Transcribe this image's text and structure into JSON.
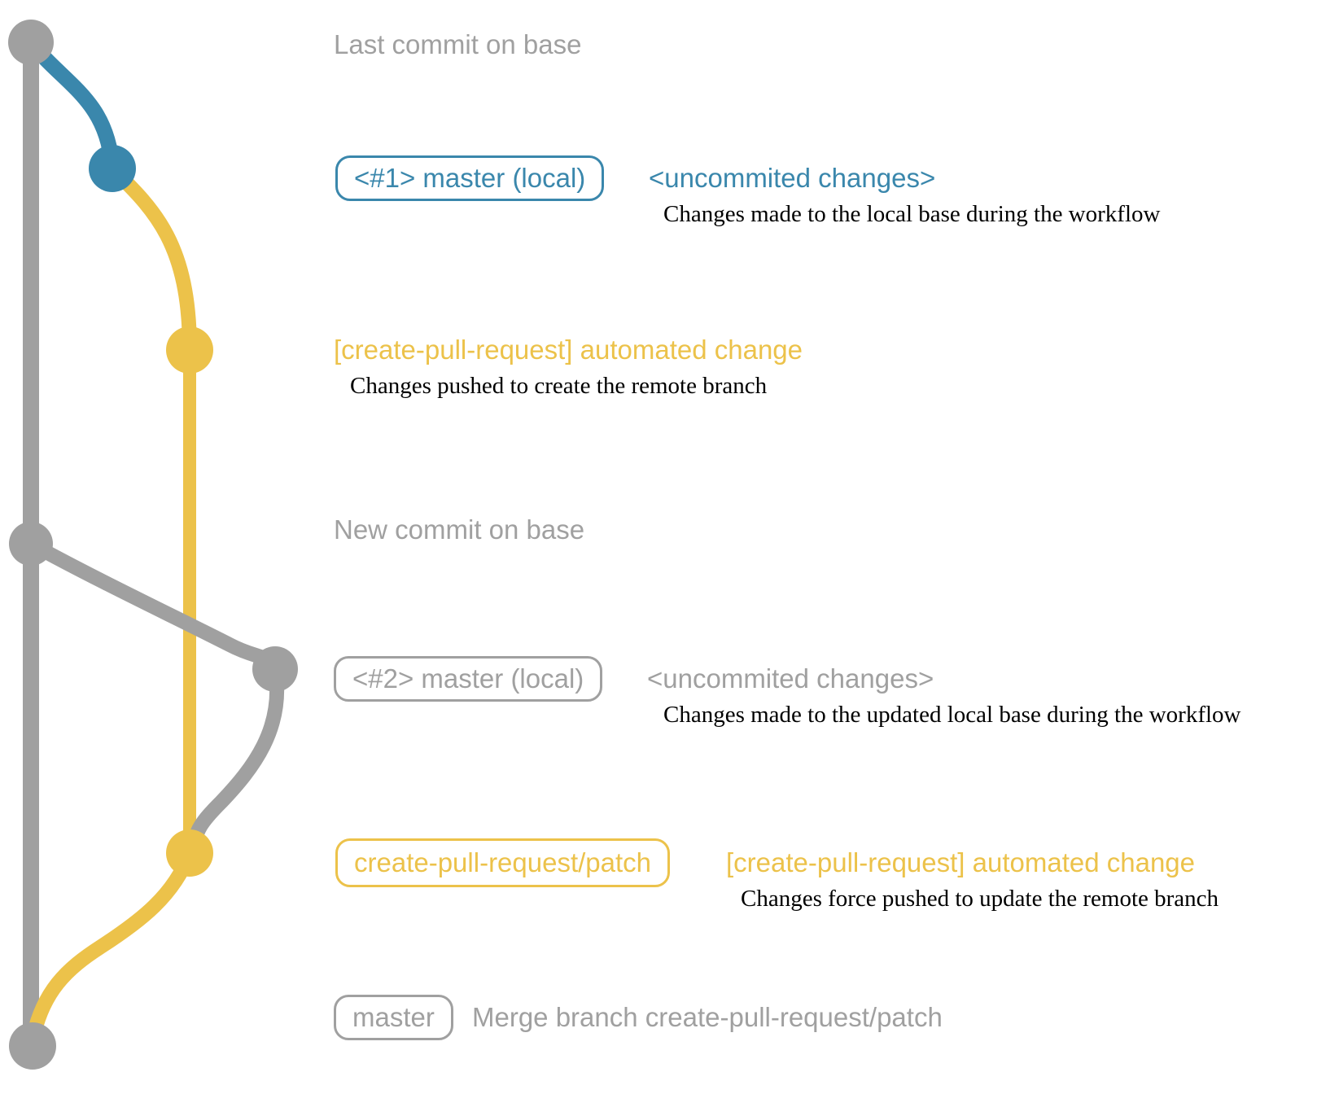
{
  "colors": {
    "background": "#ffffff",
    "gray": "#a0a0a0",
    "blue": "#3a87ac",
    "yellow": "#ecc24a",
    "description_text": "#000000"
  },
  "rows": [
    {
      "node_color": "gray",
      "note": "Last commit on base"
    },
    {
      "node_color": "blue",
      "tag": "<#1> master (local)",
      "message": "<uncommited changes>",
      "description": "Changes made to the local base during the workflow"
    },
    {
      "node_color": "yellow",
      "message": "[create-pull-request] automated change",
      "description": "Changes pushed to create the remote branch"
    },
    {
      "node_color": "gray",
      "note": "New commit on base"
    },
    {
      "node_color": "gray",
      "tag": "<#2> master (local)",
      "message": "<uncommited changes>",
      "description": "Changes made to the updated local base during the workflow"
    },
    {
      "node_color": "yellow",
      "tag": "create-pull-request/patch",
      "message": "[create-pull-request] automated change",
      "description": "Changes force pushed to update the remote branch"
    },
    {
      "node_color": "gray",
      "tag": "master",
      "message": "Merge branch create-pull-request/patch"
    }
  ]
}
